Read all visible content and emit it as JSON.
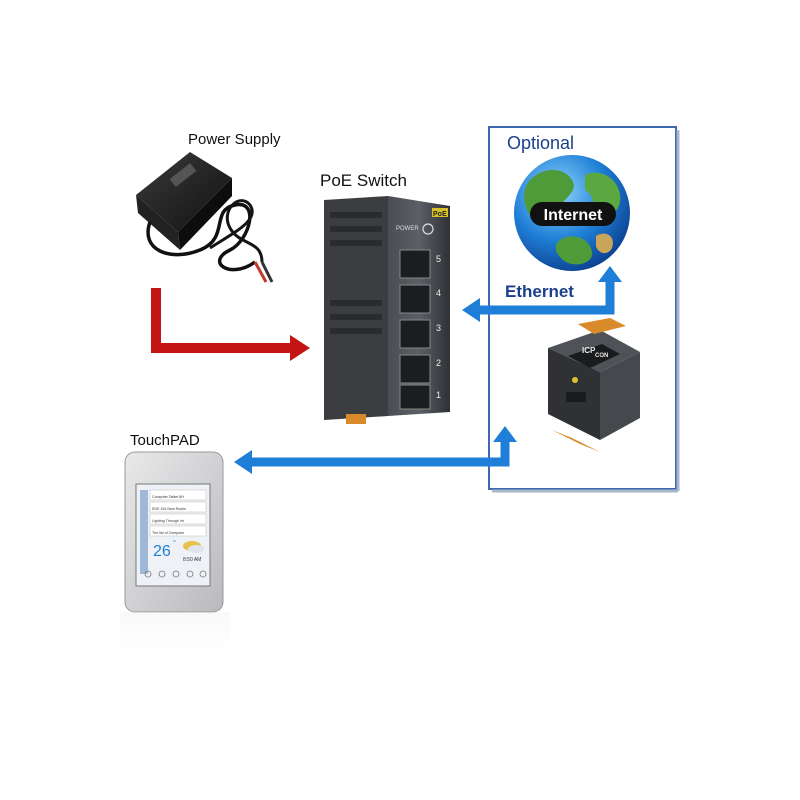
{
  "labels": {
    "power_supply": "Power Supply",
    "poe_switch": "PoE Switch",
    "optional": "Optional",
    "internet": "Internet",
    "ethernet": "Ethernet",
    "touchpad": "TouchPAD"
  },
  "switch": {
    "brand": "PoE",
    "power": "POWER",
    "port_numbers": [
      "5",
      "4",
      "3",
      "2",
      "1"
    ]
  },
  "module": {
    "brand": "ICP",
    "brand2": "CON"
  },
  "touchpad_screen": {
    "list_items": [
      "Computer Tablet 8H",
      "EDE 154 New Routin",
      "Lighting Through Int",
      "The list of Computer"
    ],
    "temperature": "26",
    "temp_unit": "°",
    "time": "8:50 AM"
  },
  "colors": {
    "red_arrow": "#c41414",
    "blue_arrow": "#1f7fd8",
    "box_border": "#3f68b0",
    "label_blue": "#1b3f8c"
  }
}
